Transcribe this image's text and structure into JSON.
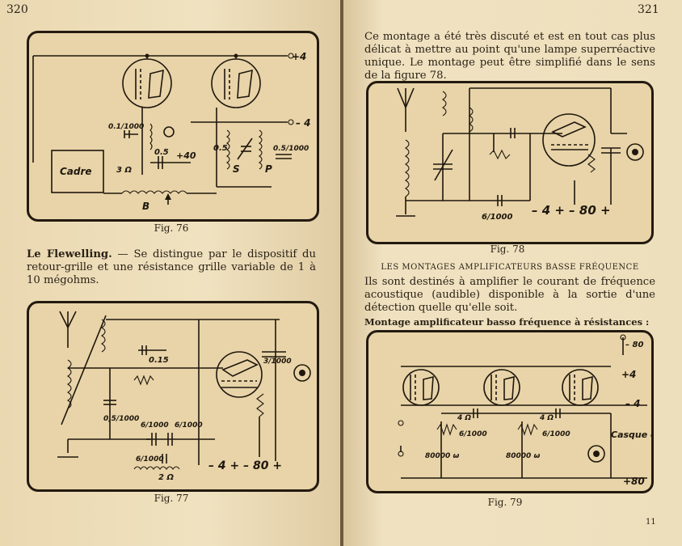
{
  "left_page": {
    "page_number": "320",
    "fig76": {
      "caption": "Fig. 76",
      "labels": {
        "plus4": "+4",
        "minus4": "– 4",
        "cap_01": "0.1/1000",
        "cadre": "Cadre",
        "res_3": "3 Ω",
        "cap_05a": "0.5",
        "plus40": "+40",
        "cap_05b": "0.5",
        "s": "S",
        "p": "P",
        "cap_05c": "0.5/1000",
        "b": "B"
      }
    },
    "paragraph": {
      "lead": "Le Flewelling.",
      "text": " — Se distingue par le dispositif du retour-grille et une résistance grille variable de 1 à 10 mégohms."
    },
    "fig77": {
      "caption": "Fig. 77",
      "labels": {
        "cap_015": "0.15",
        "cap_3": "3/1000",
        "cap_05": "0,5/1000",
        "cap_6a": "6/1000",
        "cap_6b": "6/1000",
        "cap_6c": "6/1000",
        "res_2": "2 Ω",
        "battery": "– 4 + – 80 +"
      }
    }
  },
  "right_page": {
    "page_number": "321",
    "intro": "Ce montage a été très discuté et est en tout cas plus délicat à mettre au point qu'une lampe superréactive unique. Le montage peut être simplifié dans le sens de la figure 78.",
    "fig78": {
      "caption": "Fig. 78",
      "labels": {
        "cap_6": "6/1000",
        "battery": "– 4 + – 80 +"
      }
    },
    "section_heading": "LES MONTAGES AMPLIFICATEURS BASSE FRÉQUENCE",
    "section_text": "Ils sont destinés à amplifier le courant de fréquence acoustique (audible) disponible à la sortie d'une détection quelle qu'elle soit.",
    "subheading": "Montage amplificateur basso fréquence à résistances :",
    "fig79": {
      "caption": "Fig. 79",
      "labels": {
        "minus80": "– 80",
        "plus4": "+4",
        "minus4": "– 4",
        "plus80": "+80",
        "res_4a": "4 Ω",
        "res_4b": "4 Ω",
        "cap_6a": "6/1000",
        "cap_6b": "6/1000",
        "res_80000a": "80000 ω",
        "res_80000b": "80000 ω",
        "casque": "Casque ou H.P."
      }
    },
    "footer_number": "11"
  }
}
